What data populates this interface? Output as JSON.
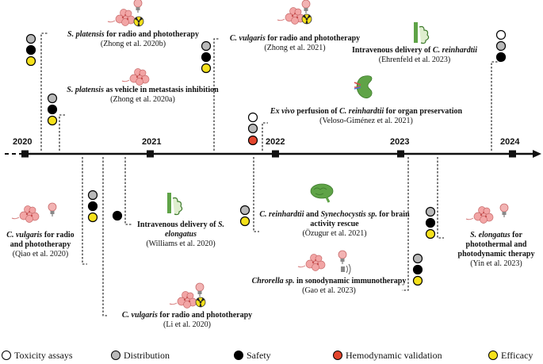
{
  "colors": {
    "toxicity": "#ffffff",
    "distribution": "#b9b9b9",
    "safety": "#000000",
    "hemodynamic": "#e3452d",
    "efficacy": "#f5e11b",
    "tumor": "#f2a5a5",
    "organ": "#5fa347"
  },
  "years": [
    "2020",
    "2021",
    "2022",
    "2023",
    "2024"
  ],
  "events": {
    "zhong2020b": {
      "title_em": "S. platensis",
      "title_rest": " for radio and phototherapy",
      "cite": "(Zhong et al. 2020b)"
    },
    "zhong2020a": {
      "title_em": "S. platensis",
      "title_rest": " as vehicle  in metastasis inhibition",
      "cite": "(Zhong et al. 2020a)"
    },
    "zhong2021": {
      "title_em": "C. vulgaris",
      "title_rest": "  for radio and phototherapy",
      "cite": "(Zhong et al. 2021)"
    },
    "ehrenfeld": {
      "title_rest": "Intravenous delivery of ",
      "title_em": "C. reinhardtii",
      "cite": "(Ehrenfeld et al. 2023)"
    },
    "veloso": {
      "title_em1": "Ex vivo",
      "title_mid": " perfusion of ",
      "title_em2": "C. reinhardtii",
      "title_rest": " for organ preservation",
      "cite": "(Veloso-Giménez et al. 2021)"
    },
    "qiao": {
      "title_em": "C. vulgaris",
      "title_rest": " for radio and phototherapy",
      "cite": "(Qiao et al. 2020)"
    },
    "williams": {
      "title_rest": "Intravenous delivery of ",
      "title_em": "S. elongatus",
      "cite": "(Williams et al. 2020)"
    },
    "li": {
      "title_em": "C. vulgaris",
      "title_rest": " for radio and phototherapy",
      "cite": "(Li et al. 2020)"
    },
    "ozugur": {
      "title_em1": "C. reinhardtii",
      "title_mid": " and ",
      "title_em2": "Synechocystis sp.",
      "title_rest": " for brain activity rescue",
      "cite": "(Özugur et al. 2021)"
    },
    "gao": {
      "title_em": "Chrorella sp.",
      "title_rest": " in  sonodynamic immunotherapy",
      "cite": "(Gao et al. 2023)"
    },
    "yin": {
      "title_em": "S. elongatus",
      "title_rest": " for photothermal and photodynamic therapy",
      "cite": "(Yin et al. 2023)"
    }
  },
  "legend": [
    {
      "label": "Toxicity assays",
      "key": "toxicity"
    },
    {
      "label": "Distribution",
      "key": "distribution"
    },
    {
      "label": "Safety",
      "key": "safety"
    },
    {
      "label": "Hemodynamic validation",
      "key": "hemodynamic"
    },
    {
      "label": "Efficacy",
      "key": "efficacy"
    }
  ],
  "icons": [
    "tumor-cluster-icon",
    "radiation-icon",
    "light-bulb-icon",
    "kidney-icon",
    "brain-icon",
    "blood-vessel-icon",
    "ultrasound-icon"
  ]
}
